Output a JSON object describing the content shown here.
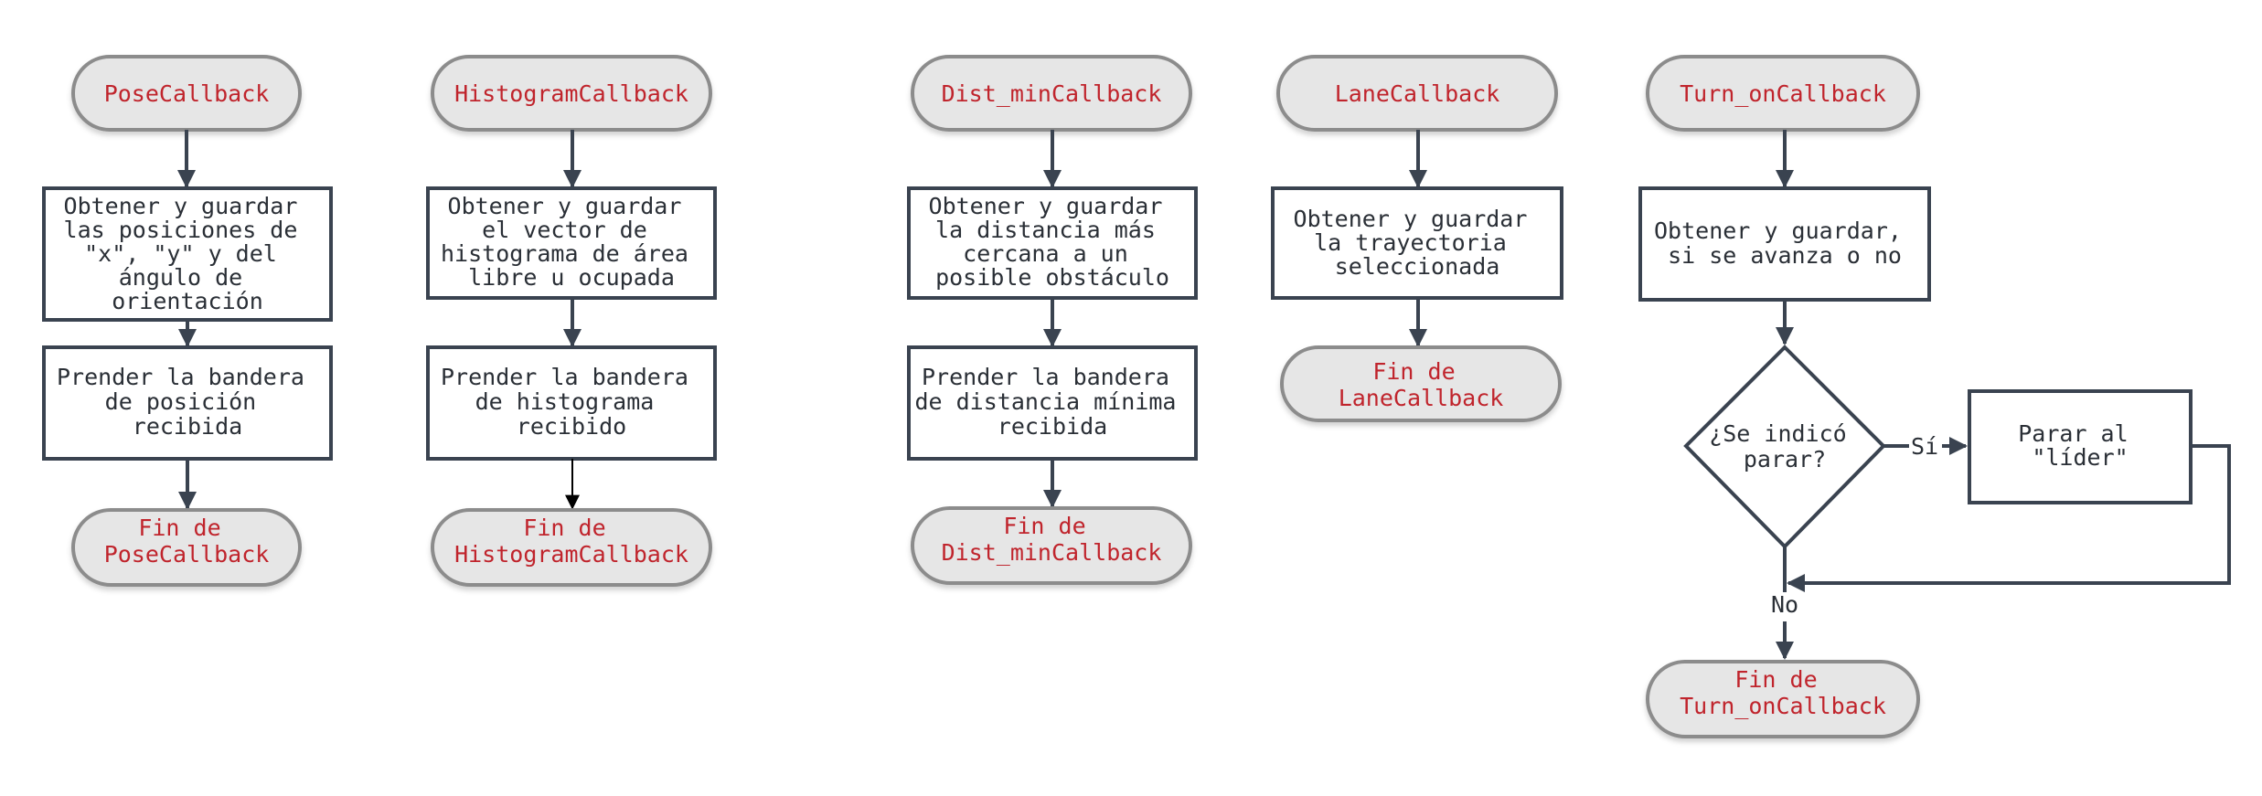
{
  "flows": {
    "pose": {
      "start": [
        "PoseCallback"
      ],
      "step1": [
        "Obtener y guardar",
        "las posiciones de",
        "\"x\", \"y\" y del",
        "ángulo de",
        "orientación"
      ],
      "step2": [
        "Prender la bandera",
        "de posición",
        "recibida"
      ],
      "end": [
        "Fin de",
        "PoseCallback"
      ]
    },
    "histogram": {
      "start": [
        "HistogramCallback"
      ],
      "step1": [
        "Obtener y guardar",
        "el vector de",
        "histograma de área",
        "libre u ocupada"
      ],
      "step2": [
        "Prender la bandera",
        "de histograma",
        "recibido"
      ],
      "end": [
        "Fin de",
        "HistogramCallback"
      ]
    },
    "dist_min": {
      "start": [
        "Dist_minCallback"
      ],
      "step1": [
        "Obtener y guardar",
        "la distancia más",
        "cercana a un",
        "posible obstáculo"
      ],
      "step2": [
        "Prender la bandera",
        "de distancia mínima",
        "recibida"
      ],
      "end": [
        "Fin de",
        "Dist_minCallback"
      ]
    },
    "lane": {
      "start": [
        "LaneCallback"
      ],
      "step1": [
        "Obtener y guardar",
        "la trayectoria",
        "seleccionada"
      ],
      "end": [
        "Fin de",
        "LaneCallback"
      ]
    },
    "turn_on": {
      "start": [
        "Turn_onCallback"
      ],
      "step1": [
        "Obtener y guardar,",
        "si se avanza o no"
      ],
      "decision": [
        "¿Se indicó",
        "parar?"
      ],
      "yes_step": [
        "Parar al",
        "\"líder\""
      ],
      "yes_label": "Sí",
      "no_label": "No",
      "end": [
        "Fin de",
        "Turn_onCallback"
      ]
    }
  }
}
